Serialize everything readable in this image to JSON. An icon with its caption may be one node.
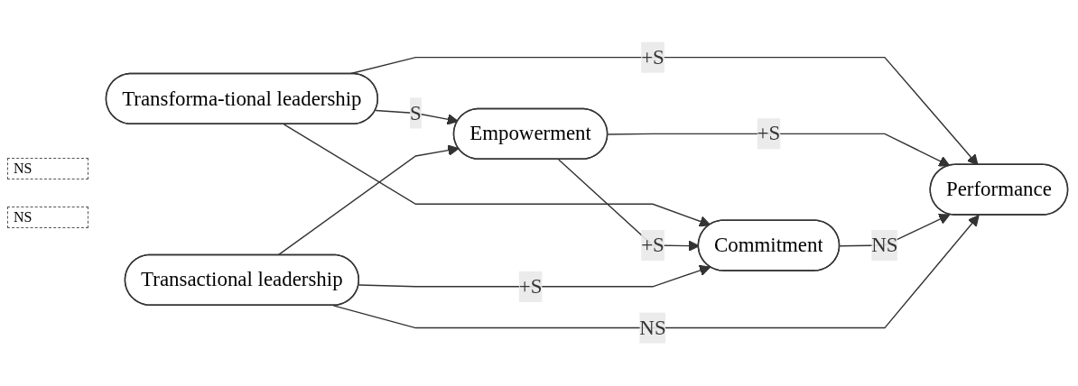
{
  "diagram": {
    "nodes": [
      {
        "text": [
          "Transforma-tional leadership"
        ]
      },
      {
        "text": [
          "Empowerment"
        ]
      },
      {
        "text": [
          "Commitment"
        ]
      },
      {
        "text": [
          "Performance"
        ]
      },
      {
        "text": [
          "Transactional leadership"
        ]
      }
    ],
    "edges": [
      {
        "from": 0,
        "to": 1,
        "arrow": "to",
        "label": "S"
      },
      {
        "from": 4,
        "to": 1,
        "arrow": "to"
      },
      {
        "from": 0,
        "to": 2,
        "arrow": "to"
      },
      {
        "from": 0,
        "to": 3,
        "arrow": "to",
        "label": "+S"
      },
      {
        "from": 1,
        "to": 3,
        "arrow": "to",
        "label": "+S"
      },
      {
        "from": 1,
        "to": 2,
        "arrow": "to",
        "label": "+S"
      },
      {
        "from": 2,
        "to": 3,
        "arrow": "to",
        "label": "NS"
      },
      {
        "from": 4,
        "to": 2,
        "arrow": "to",
        "label": "+S"
      },
      {
        "from": 4,
        "to": 3,
        "arrow": "to",
        "label": "NS"
      }
    ],
    "labels": [
      "NS",
      "NS"
    ]
  }
}
